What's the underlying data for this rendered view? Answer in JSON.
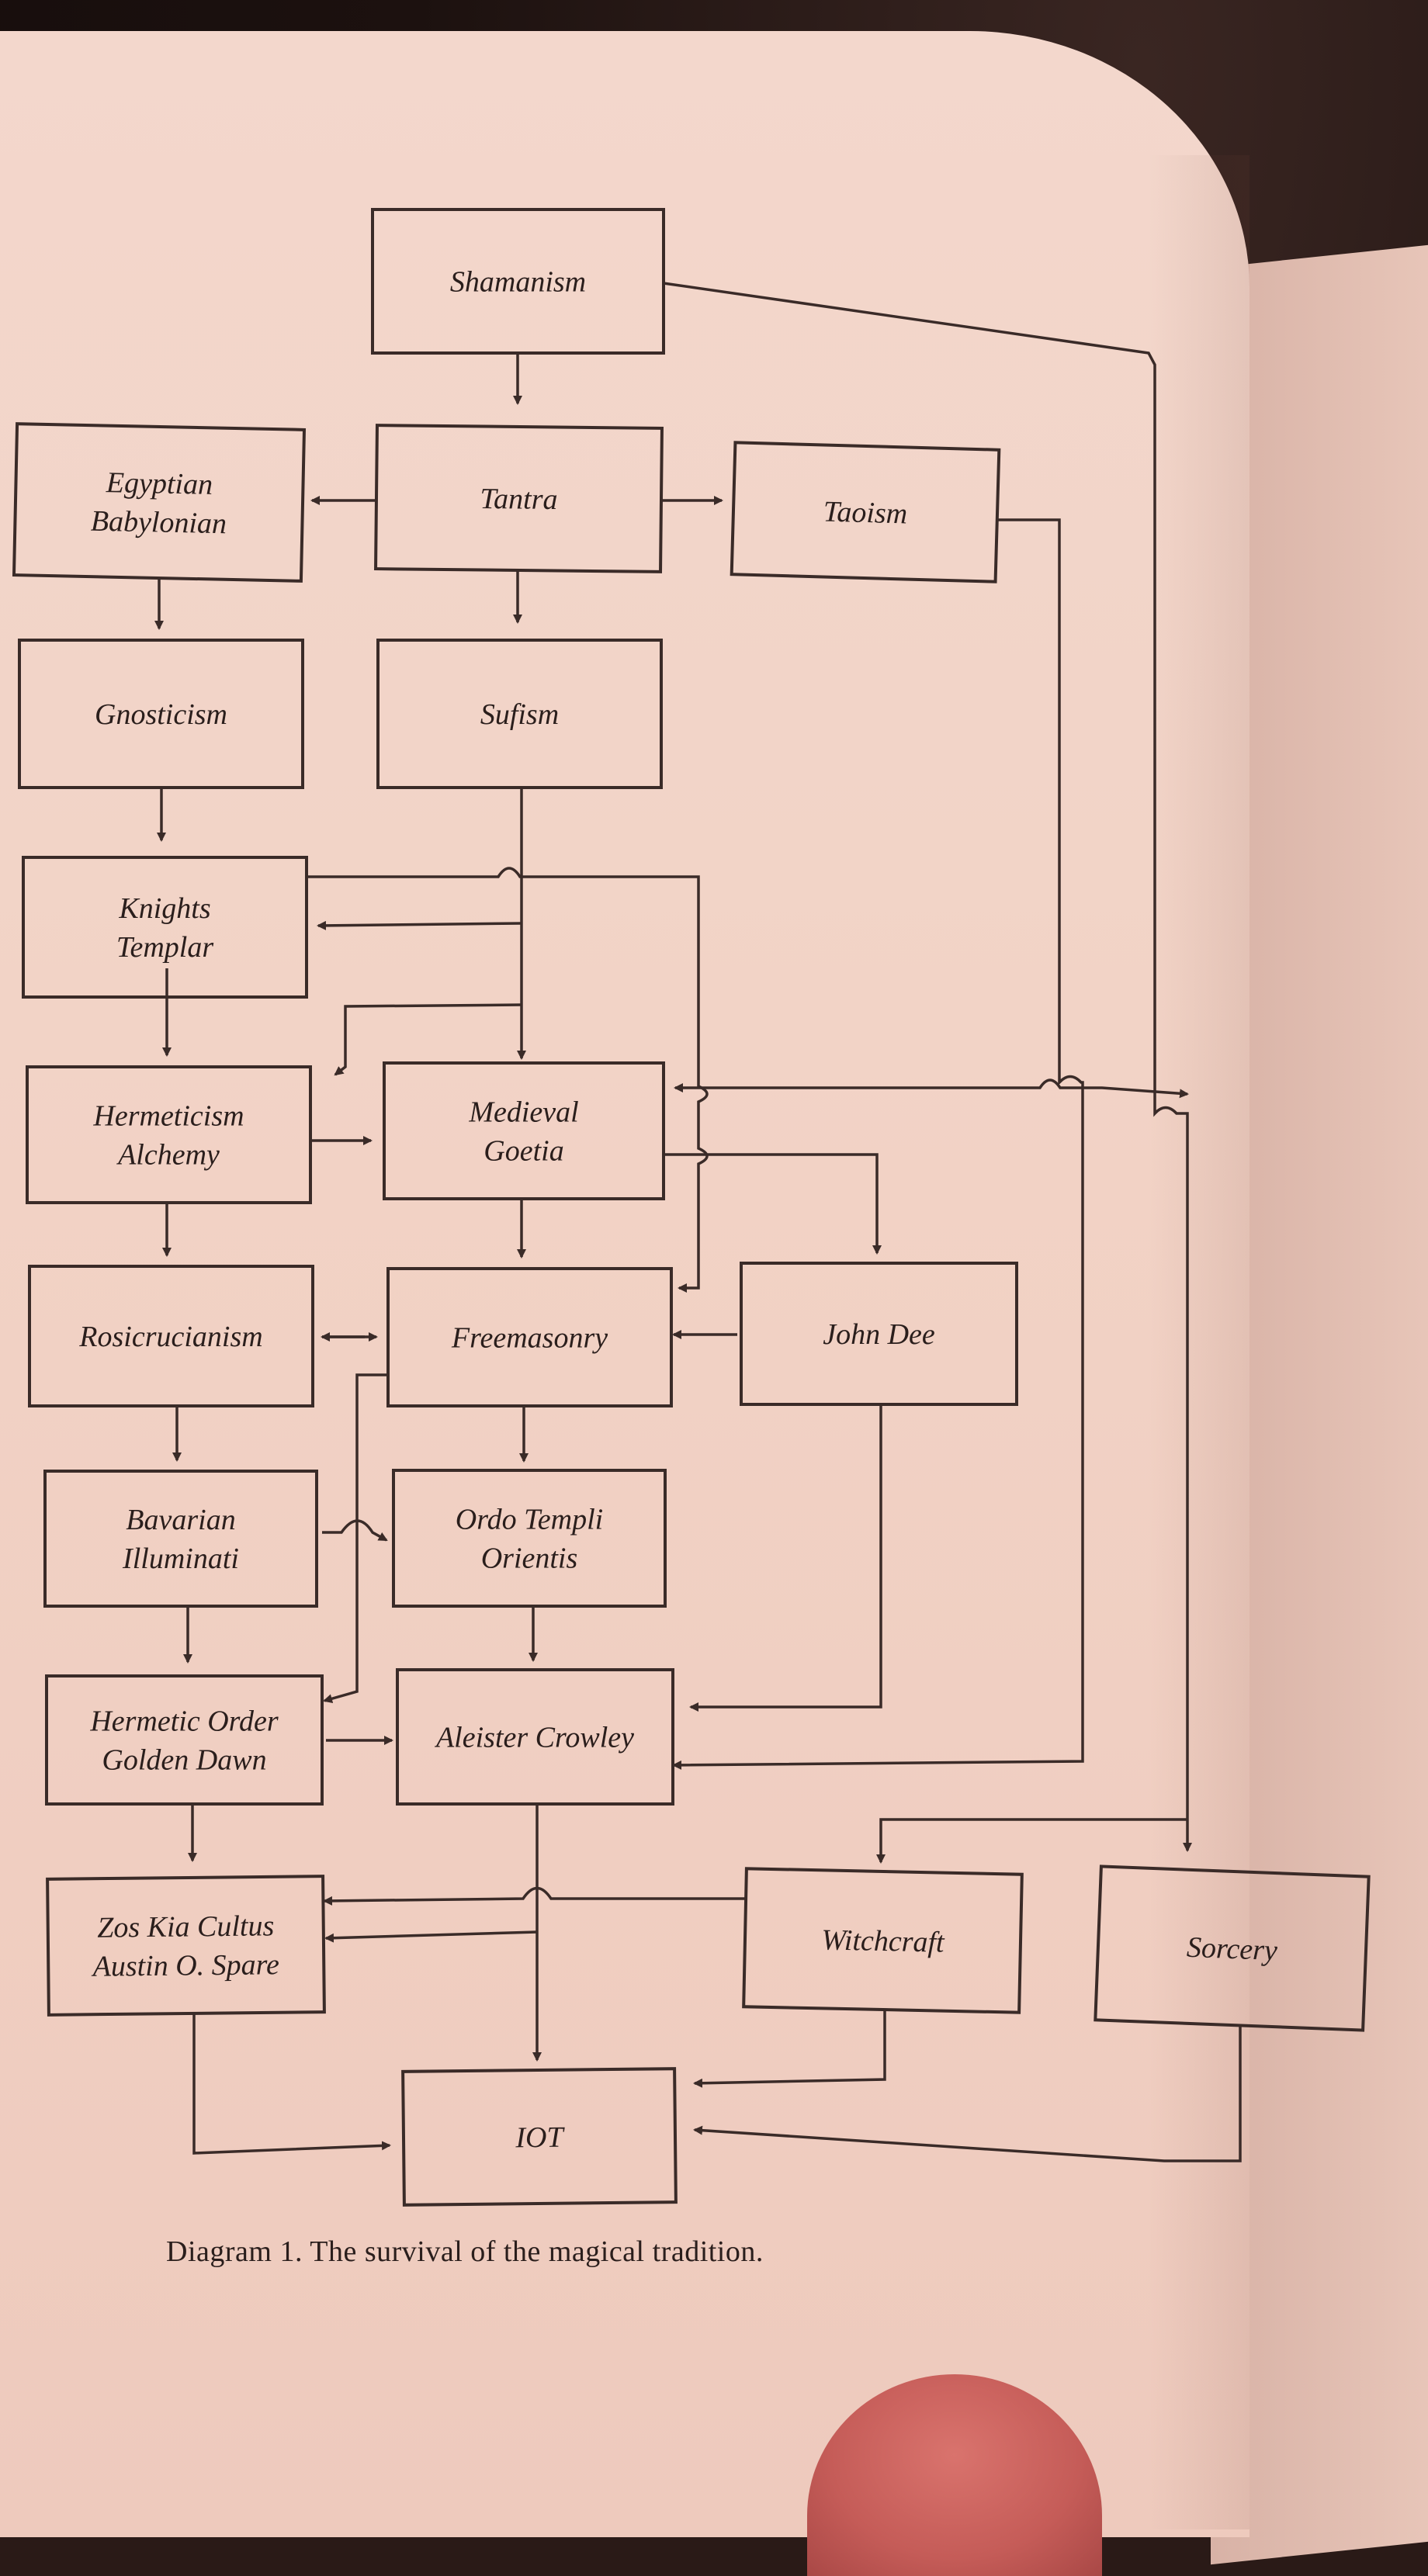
{
  "diagram": {
    "nodes": [
      {
        "id": "shamanism",
        "lines": [
          "Shamanism"
        ]
      },
      {
        "id": "egyptian",
        "lines": [
          "Egyptian",
          "Babylonian"
        ]
      },
      {
        "id": "tantra",
        "lines": [
          "Tantra"
        ]
      },
      {
        "id": "taoism",
        "lines": [
          "Taoism"
        ]
      },
      {
        "id": "gnosticism",
        "lines": [
          "Gnosticism"
        ]
      },
      {
        "id": "sufism",
        "lines": [
          "Sufism"
        ]
      },
      {
        "id": "knights",
        "lines": [
          "Knights",
          "Templar"
        ]
      },
      {
        "id": "hermeticism",
        "lines": [
          "Hermeticism",
          "Alchemy"
        ]
      },
      {
        "id": "medieval",
        "lines": [
          "Medieval",
          "Goetia"
        ]
      },
      {
        "id": "rosicrucianism",
        "lines": [
          "Rosicrucianism"
        ]
      },
      {
        "id": "freemasonry",
        "lines": [
          "Freemasonry"
        ]
      },
      {
        "id": "johndee",
        "lines": [
          "John Dee"
        ]
      },
      {
        "id": "bavarian",
        "lines": [
          "Bavarian",
          "Illuminati"
        ]
      },
      {
        "id": "oto",
        "lines": [
          "Ordo Templi",
          "Orientis"
        ]
      },
      {
        "id": "goldendawn",
        "lines": [
          "Hermetic Order",
          "Golden Dawn"
        ]
      },
      {
        "id": "crowley",
        "lines": [
          "Aleister Crowley"
        ]
      },
      {
        "id": "zoskia",
        "lines": [
          "Zos Kia Cultus",
          "Austin O. Spare"
        ]
      },
      {
        "id": "witchcraft",
        "lines": [
          "Witchcraft"
        ]
      },
      {
        "id": "sorcery",
        "lines": [
          "Sorcery"
        ]
      },
      {
        "id": "iot",
        "lines": [
          "IOT"
        ]
      }
    ]
  },
  "caption": "Diagram 1. The survival of the magical tradition.",
  "colors": {
    "ink": "#2a1e1c",
    "paper": "#f2d3c6"
  }
}
